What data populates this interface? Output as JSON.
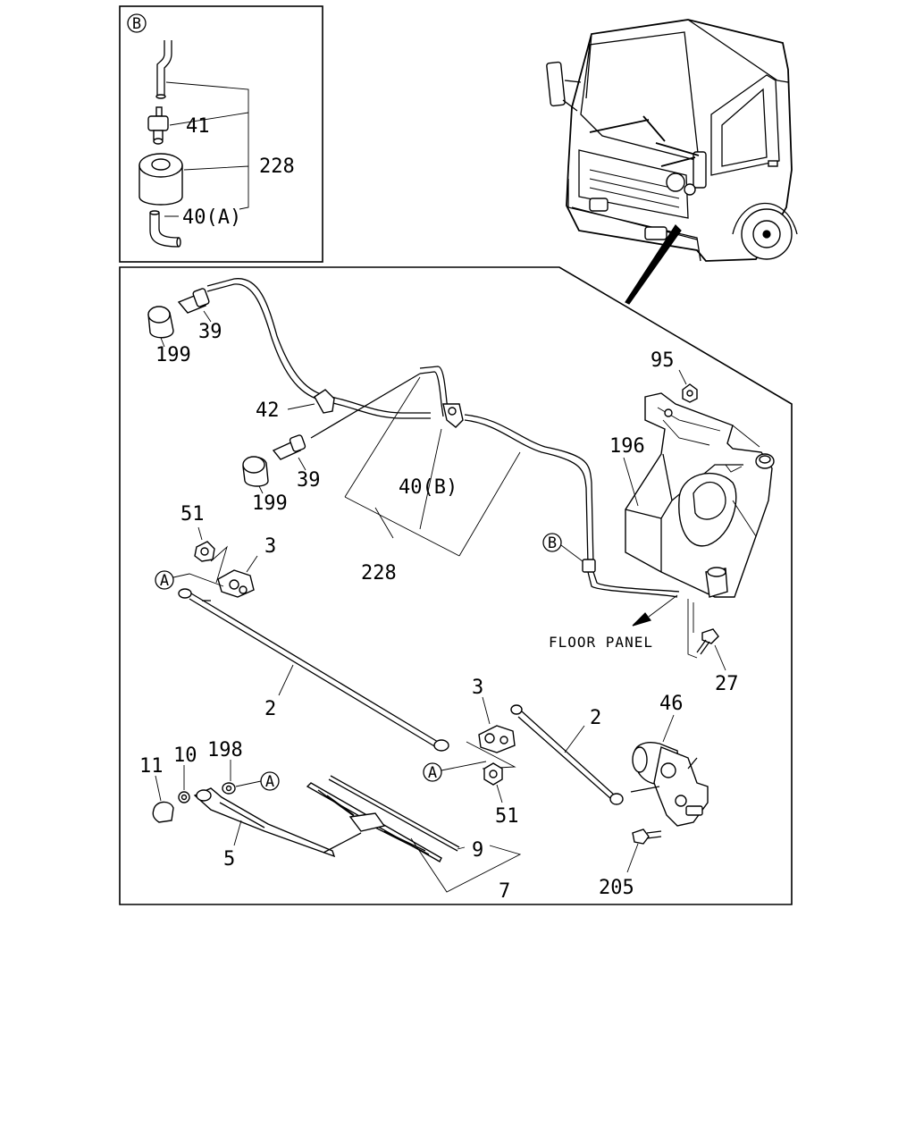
{
  "inset": {
    "ref_marker": "B",
    "labels": {
      "p41": "41",
      "p228": "228",
      "p40a": "40(A)"
    }
  },
  "callouts": {
    "marker_a": "A",
    "marker_b": "B"
  },
  "parts": {
    "p39_top": "39",
    "p199_top": "199",
    "p42": "42",
    "p39_mid": "39",
    "p199_mid": "199",
    "p40b": "40(B)",
    "p228": "228",
    "p51_left": "51",
    "p3_left": "3",
    "p2_left": "2",
    "p95": "95",
    "p196": "196",
    "floor_panel": "FLOOR PANEL",
    "p27": "27",
    "p3_right": "3",
    "p51_right": "51",
    "p2_right": "2",
    "p46": "46",
    "p205": "205",
    "p11": "11",
    "p10": "10",
    "p198": "198",
    "p5": "5",
    "p9": "9",
    "p7": "7"
  }
}
